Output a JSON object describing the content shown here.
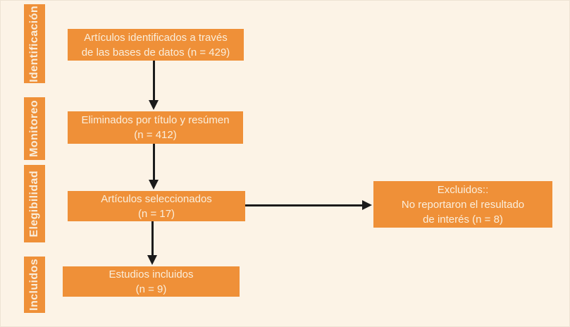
{
  "colors": {
    "background": "#FCF3E6",
    "accent": "#EF9038",
    "arrow": "#1B1B1B",
    "box_text": "#FAEEDC"
  },
  "stages": [
    {
      "label": "Identificación"
    },
    {
      "label": "Monitoreo"
    },
    {
      "label": "Elegibilidad"
    },
    {
      "label": "Incluidos"
    }
  ],
  "boxes": [
    {
      "name": "identified",
      "n": 429,
      "lines": [
        "Artículos identificados a través",
        "de las bases de datos (n = 429)"
      ]
    },
    {
      "name": "screened-out",
      "n": 412,
      "lines": [
        "Eliminados por título y resúmen",
        "(n = 412)"
      ]
    },
    {
      "name": "selected",
      "n": 17,
      "lines": [
        "Artículos seleccionados",
        "(n = 17)"
      ]
    },
    {
      "name": "included",
      "n": 9,
      "lines": [
        "Estudios incluidos",
        "(n = 9)"
      ]
    },
    {
      "name": "excluded",
      "n": 8,
      "lines": [
        "Excluidos::",
        "No reportaron el resultado",
        "de interés (n = 8)"
      ]
    }
  ]
}
